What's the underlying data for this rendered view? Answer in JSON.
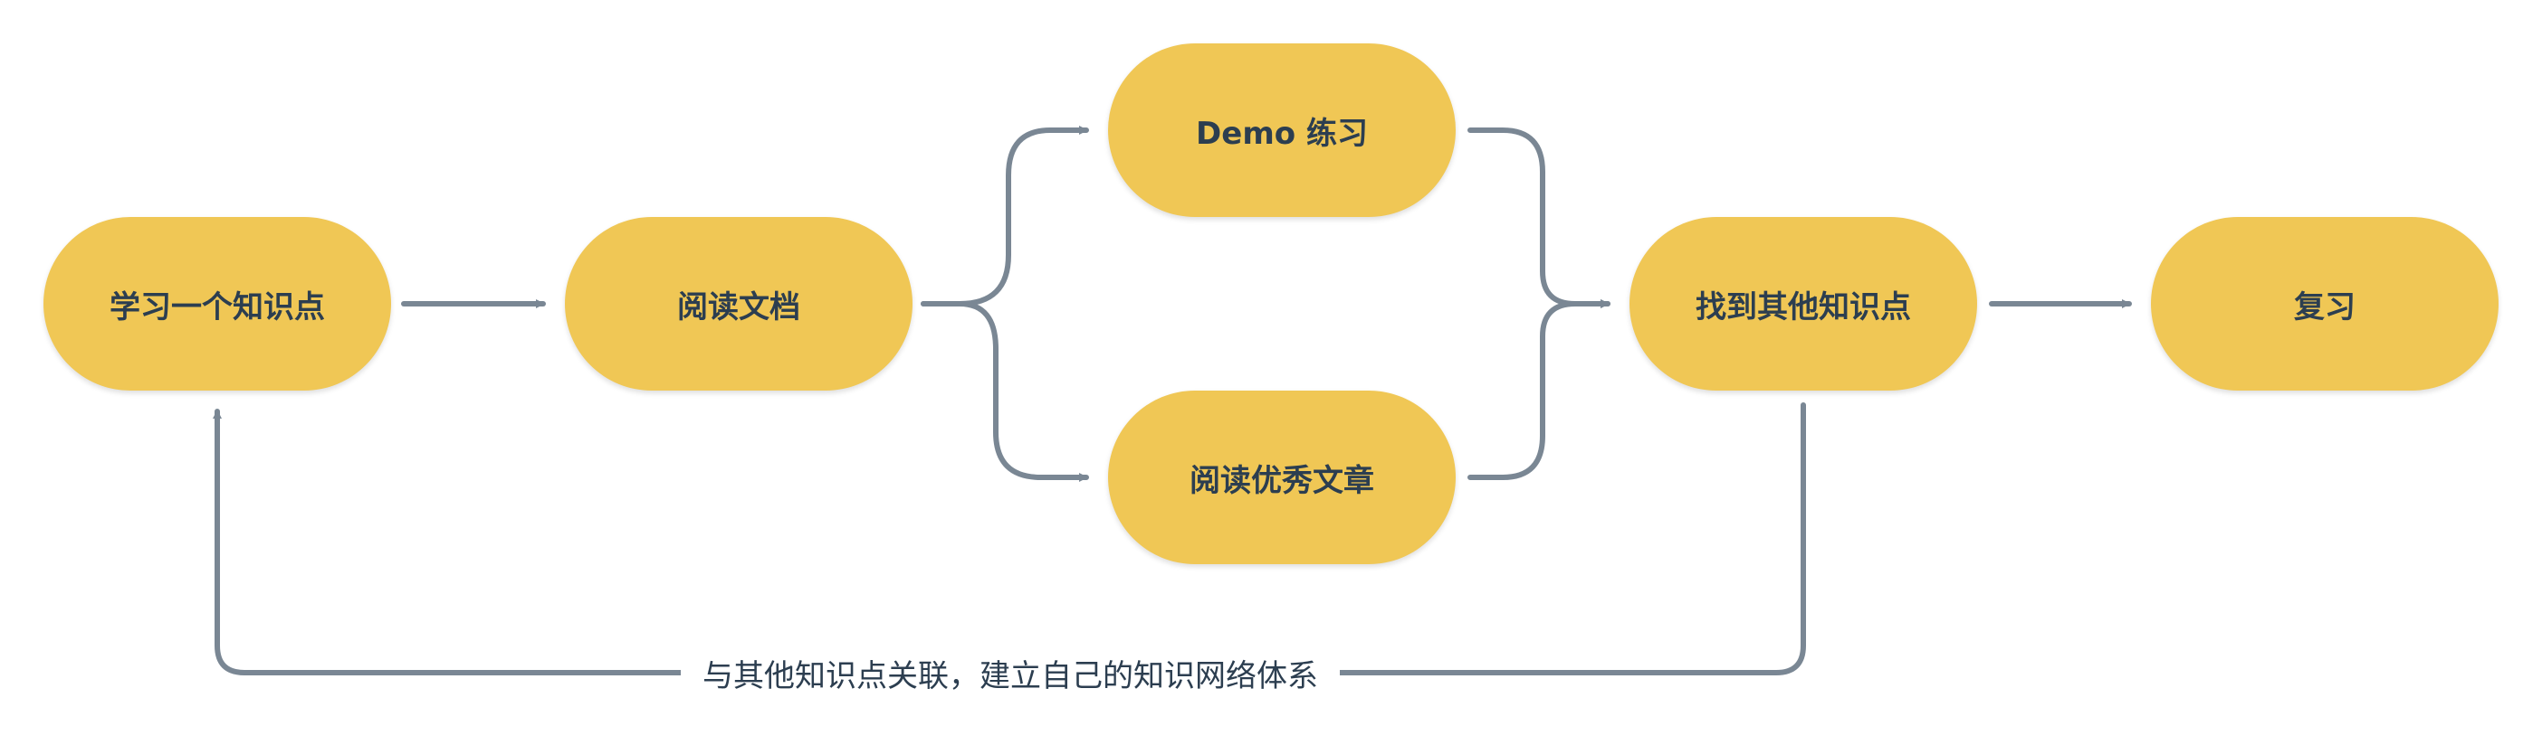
{
  "diagram": {
    "nodes": {
      "learn": "学习一个知识点",
      "read_docs": "阅读文档",
      "demo": "Demo 练习",
      "read_articles": "阅读优秀文章",
      "find_other": "找到其他知识点",
      "review": "复习"
    },
    "edge_label": "与其他知识点关联，建立自己的知识网络体系",
    "colors": {
      "node_fill": "#f0c755",
      "node_text": "#2c3e50",
      "connector": "#7a8794"
    }
  }
}
